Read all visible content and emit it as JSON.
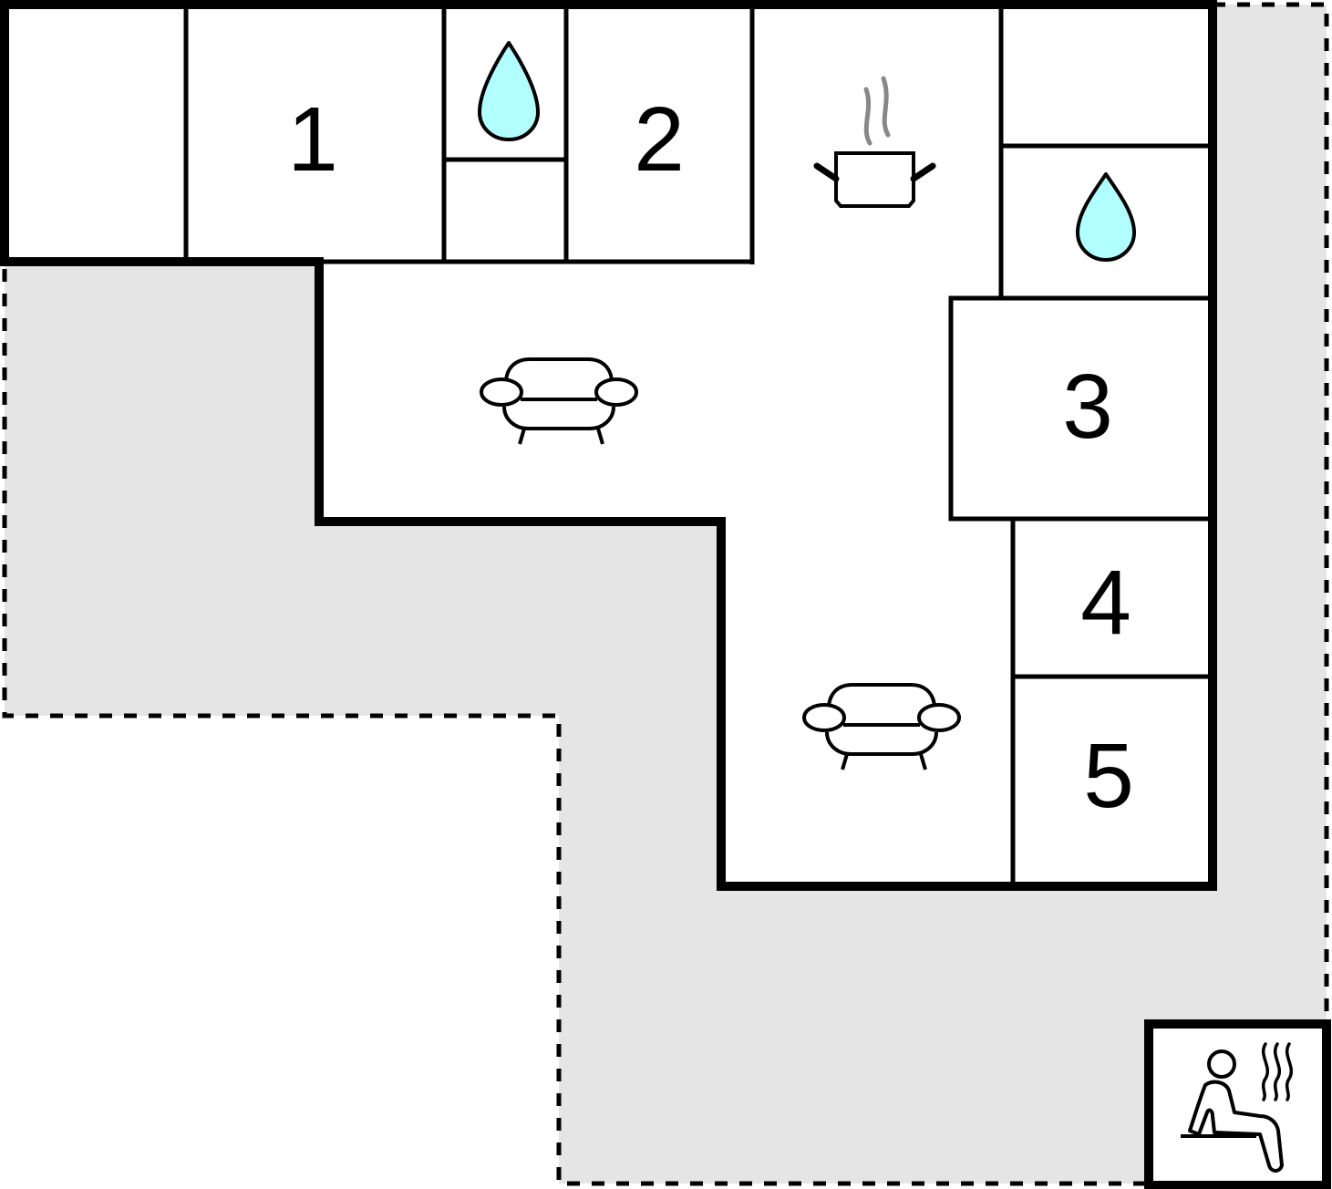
{
  "diagram": {
    "type": "floor-plan",
    "colors": {
      "background": "#ffffff",
      "terrace": "#e5e5e5",
      "wall": "#000000",
      "water": "#b2ffff",
      "steam": "#888888"
    },
    "rooms": [
      {
        "id": "room-1",
        "label": "1",
        "kind": "bedroom"
      },
      {
        "id": "room-2",
        "label": "2",
        "kind": "bedroom"
      },
      {
        "id": "room-3",
        "label": "3",
        "kind": "bedroom"
      },
      {
        "id": "room-4",
        "label": "4",
        "kind": "bedroom"
      },
      {
        "id": "room-5",
        "label": "5",
        "kind": "bedroom"
      }
    ],
    "icons": [
      {
        "name": "water-drop-icon",
        "meaning": "bathroom",
        "location": "between room 1 and room 2"
      },
      {
        "name": "water-drop-icon",
        "meaning": "bathroom",
        "location": "right column above room 3"
      },
      {
        "name": "cooking-pot-icon",
        "meaning": "kitchen",
        "location": "top center"
      },
      {
        "name": "sofa-icon",
        "meaning": "living room",
        "location": "center left"
      },
      {
        "name": "sofa-icon",
        "meaning": "living room",
        "location": "lower center"
      },
      {
        "name": "sauna-icon",
        "meaning": "sauna",
        "location": "bottom right corner"
      }
    ],
    "areas": {
      "terrace": "Gray dashed-outline outdoor terrace wrapping the house"
    }
  }
}
